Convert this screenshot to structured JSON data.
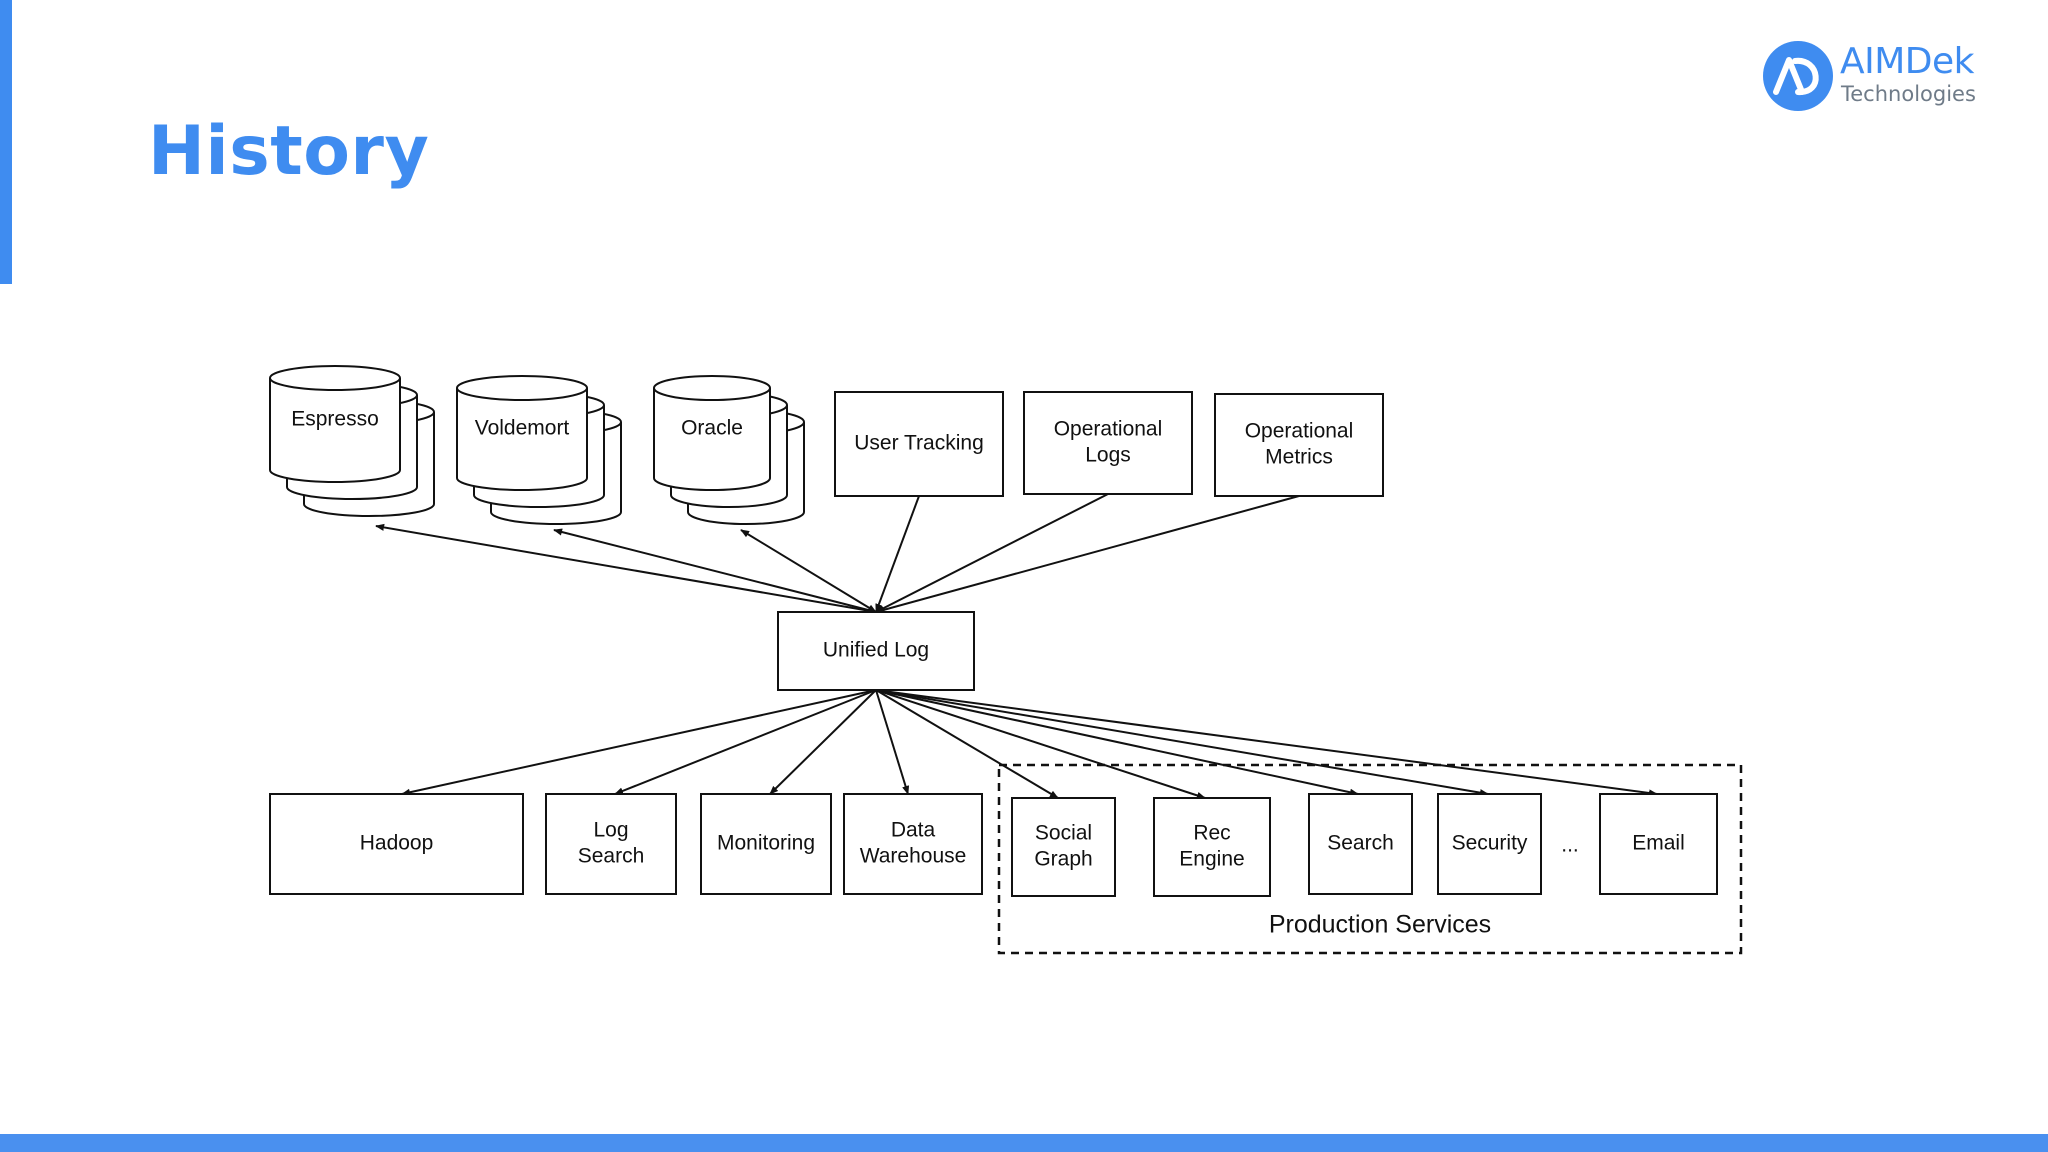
{
  "slide": {
    "title": "History",
    "colors": {
      "accent": "#3f8cf0",
      "bar": "#4a90ef",
      "logo_sub": "#6f7b88"
    }
  },
  "logo": {
    "name": "AIMDek",
    "subtitle": "Technologies",
    "mark_icon": "ad-monogram-icon"
  },
  "diagram": {
    "hub": {
      "id": "unified-log",
      "label": [
        "Unified Log"
      ]
    },
    "sources": [
      {
        "id": "espresso",
        "kind": "database",
        "label": [
          "Espresso"
        ]
      },
      {
        "id": "voldemort",
        "kind": "database",
        "label": [
          "Voldemort"
        ]
      },
      {
        "id": "oracle",
        "kind": "database",
        "label": [
          "Oracle"
        ]
      },
      {
        "id": "user-tracking",
        "kind": "box",
        "label": [
          "User Tracking"
        ]
      },
      {
        "id": "operational-logs",
        "kind": "box",
        "label": [
          "Operational",
          "Logs"
        ]
      },
      {
        "id": "operational-metrics",
        "kind": "box",
        "label": [
          "Operational",
          "Metrics"
        ]
      }
    ],
    "consumers": [
      {
        "id": "hadoop",
        "label": [
          "Hadoop"
        ]
      },
      {
        "id": "log-search",
        "label": [
          "Log",
          "Search"
        ]
      },
      {
        "id": "monitoring",
        "label": [
          "Monitoring"
        ]
      },
      {
        "id": "data-warehouse",
        "label": [
          "Data",
          "Warehouse"
        ]
      },
      {
        "id": "social-graph",
        "label": [
          "Social",
          "Graph"
        ]
      },
      {
        "id": "rec-engine",
        "label": [
          "Rec",
          "Engine"
        ]
      },
      {
        "id": "search",
        "label": [
          "Search"
        ]
      },
      {
        "id": "security",
        "label": [
          "Security"
        ]
      },
      {
        "id": "email",
        "label": [
          "Email"
        ]
      }
    ],
    "ellipsis": "...",
    "group": {
      "label": "Production Services",
      "members": [
        "social-graph",
        "rec-engine",
        "search",
        "security",
        "email"
      ]
    },
    "edges_bidirectional": [
      "espresso",
      "voldemort",
      "oracle"
    ],
    "edges_into_hub": [
      "user-tracking",
      "operational-logs",
      "operational-metrics"
    ],
    "edges_out_of_hub": [
      "hadoop",
      "log-search",
      "monitoring",
      "data-warehouse",
      "social-graph",
      "rec-engine",
      "search",
      "security",
      "email"
    ]
  }
}
